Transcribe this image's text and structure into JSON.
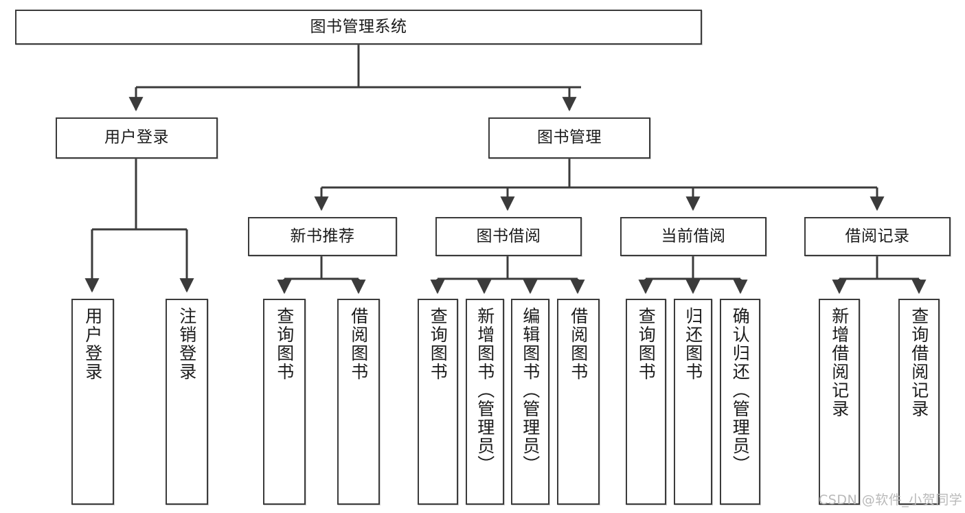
{
  "diagram": {
    "type": "tree-hierarchy",
    "title": "图书管理系统",
    "orientation": "top-down",
    "colors": {
      "box_border": "#3b3b3b",
      "box_fill": "#ffffff",
      "connector": "#3b3b3b",
      "text": "#1b1b1b",
      "watermark": "#b9b9b9"
    },
    "root": {
      "label": "图书管理系统"
    },
    "level2": [
      {
        "label": "用户登录"
      },
      {
        "label": "图书管理"
      }
    ],
    "level3": [
      {
        "label": "新书推荐"
      },
      {
        "label": "图书借阅"
      },
      {
        "label": "当前借阅"
      },
      {
        "label": "借阅记录"
      }
    ],
    "leaves": {
      "user_login": [
        {
          "label": "用户登录"
        },
        {
          "label": "注销登录"
        }
      ],
      "new_book_recommend": [
        {
          "label": "查询图书"
        },
        {
          "label": "借阅图书"
        }
      ],
      "book_borrow": [
        {
          "label": "查询图书"
        },
        {
          "label": "新增图书（管理员）"
        },
        {
          "label": "编辑图书（管理员）"
        },
        {
          "label": "借阅图书"
        }
      ],
      "current_borrow": [
        {
          "label": "查询图书"
        },
        {
          "label": "归还图书"
        },
        {
          "label": "确认归还（管理员）"
        }
      ],
      "borrow_record": [
        {
          "label": "新增借阅记录"
        },
        {
          "label": "查询借阅记录"
        }
      ]
    }
  },
  "watermark": {
    "text": "CSDN @软件_小贺同学"
  }
}
